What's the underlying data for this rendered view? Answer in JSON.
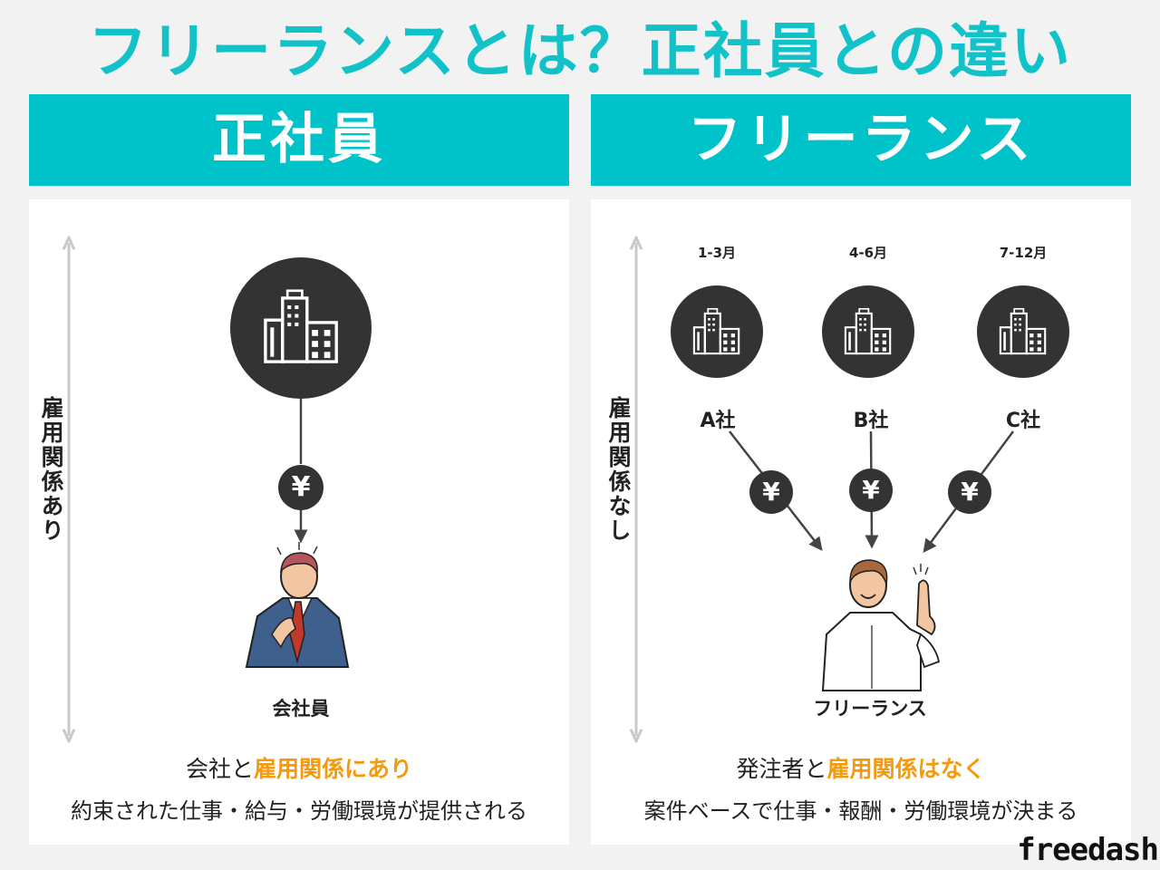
{
  "title": "フリーランスとは？正社員との違い",
  "left": {
    "header": "正社員",
    "side_label": "雇用関係あり",
    "person_label": "会社員",
    "yen_symbol": "¥",
    "caption_line1_pre": "会社と",
    "caption_line1_highlight": "雇用関係にあり",
    "caption_line2": "約束された仕事・給与・労働環境が提供される"
  },
  "right": {
    "header": "フリーランス",
    "side_label": "雇用関係なし",
    "periods": [
      "1-3月",
      "4-6月",
      "7-12月"
    ],
    "companies": [
      "A社",
      "B社",
      "C社"
    ],
    "yen_symbol": "¥",
    "person_label": "フリーランス",
    "caption_line1_pre": "発注者と",
    "caption_line1_highlight": "雇用関係はなく",
    "caption_line2": "案件ベースで仕事・報酬・労働環境が決まる"
  },
  "logo": "freedash",
  "colors": {
    "accent": "#00c2c9",
    "highlight": "#f59a0c",
    "dark": "#333333"
  }
}
